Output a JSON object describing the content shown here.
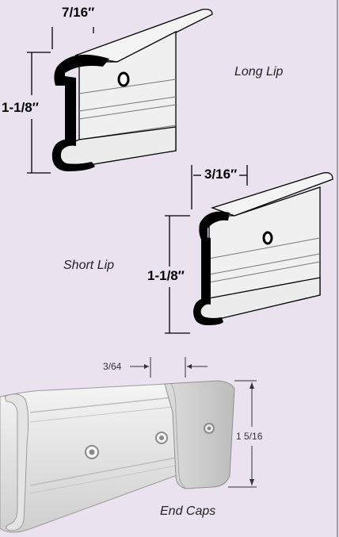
{
  "long_lip": {
    "caption": "Long Lip",
    "width_dim": "7/16″",
    "height_dim": "1-1/8″"
  },
  "short_lip": {
    "caption": "Short Lip",
    "width_dim": "3/16″",
    "height_dim": "1-1/8″"
  },
  "end_caps": {
    "caption": "End Caps",
    "gap_dim": "3/64",
    "height_dim": "1 5/16"
  },
  "colors": {
    "background": "#ebe2f0",
    "profile": "#f2f2f2",
    "outline": "#000000"
  }
}
